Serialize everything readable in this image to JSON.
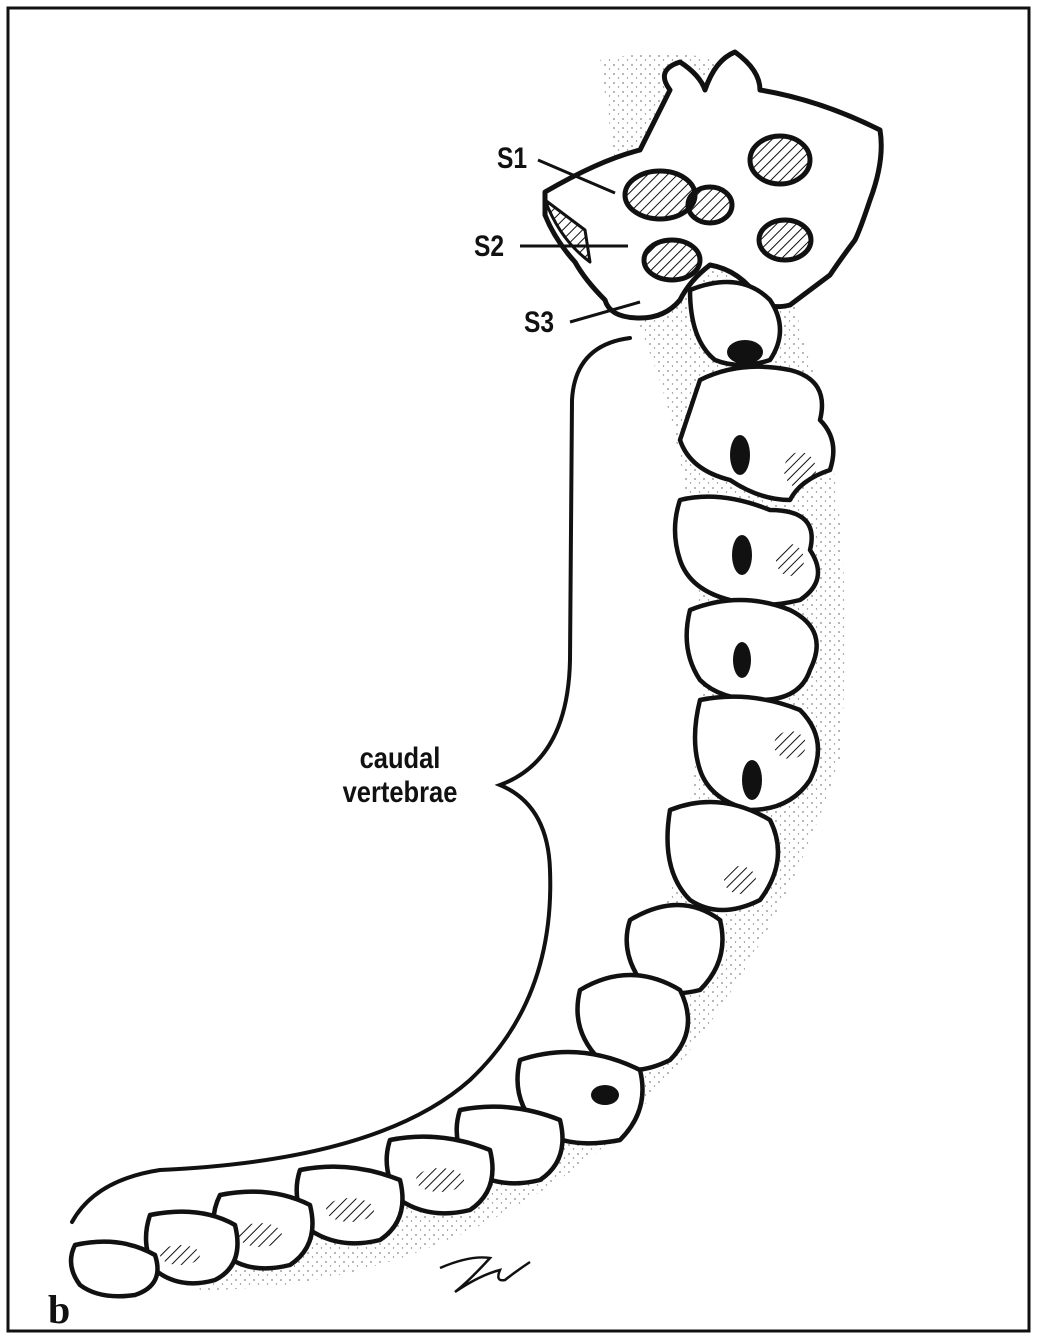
{
  "figure": {
    "panel_letter": "b",
    "labels": {
      "s1": "S1",
      "s2": "S2",
      "s3": "S3",
      "caudal_line1": "caudal",
      "caudal_line2": "vertebrae"
    },
    "colors": {
      "ink": "#111111",
      "background": "#ffffff",
      "shade": "#d9d9d9"
    }
  }
}
